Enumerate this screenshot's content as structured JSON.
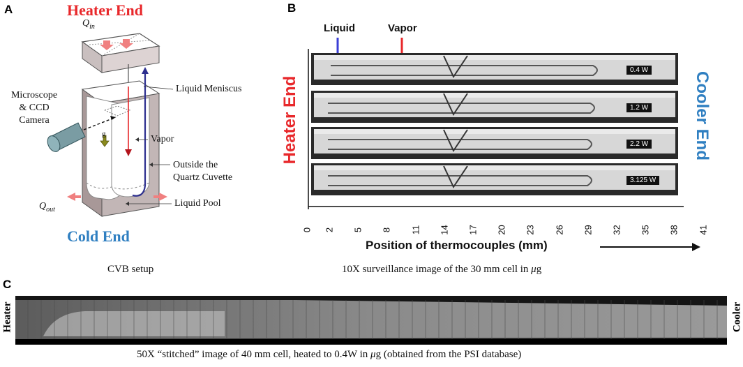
{
  "panel_a": {
    "letter": "A",
    "heater_end": "Heater End",
    "cold_end": "Cold End",
    "q_in": "Q",
    "q_in_sub": "in",
    "q_out": "Q",
    "q_out_sub": "out",
    "microscope_lines": [
      "Microscope",
      "& CCD",
      "Camera"
    ],
    "gravity": "g",
    "liquid_meniscus": "Liquid Meniscus",
    "vapor": "Vapor",
    "outside_lines": [
      "Outside the",
      "Quartz Cuvette"
    ],
    "liquid_pool": "Liquid Pool",
    "caption": "CVB setup",
    "colors": {
      "heater": "#e8282b",
      "cold": "#2f7fc1",
      "arrow_heat": "#f08080"
    }
  },
  "panel_b": {
    "letter": "B",
    "liquid": "Liquid",
    "vapor": "Vapor",
    "heater_end": "Heater End",
    "cooler_end": "Cooler End",
    "powers": [
      "0.4 W",
      "1.2 W",
      "2.2 W",
      "3.125 W"
    ],
    "ticks": [
      "0",
      "2",
      "5",
      "8",
      "11",
      "14",
      "17",
      "20",
      "23",
      "26",
      "29",
      "32",
      "35",
      "38",
      "41"
    ],
    "axis_title": "Position of thermocouples (mm)",
    "caption_main": "10X surveillance image of the 30 mm cell in ",
    "caption_mu": "μ",
    "caption_g": "g",
    "colors": {
      "liquid_arrow": "#3b3fd6",
      "vapor_arrow": "#e8282b",
      "heater": "#e8282b",
      "cooler": "#2f7fc1"
    }
  },
  "panel_c": {
    "letter": "C",
    "heater": "Heater",
    "cooler": "Cooler",
    "caption_main": "50X “stitched” image of 40 mm cell, heated to 0.4W in ",
    "caption_mu": "μ",
    "caption_tail": "g (obtained from the PSI database)"
  }
}
